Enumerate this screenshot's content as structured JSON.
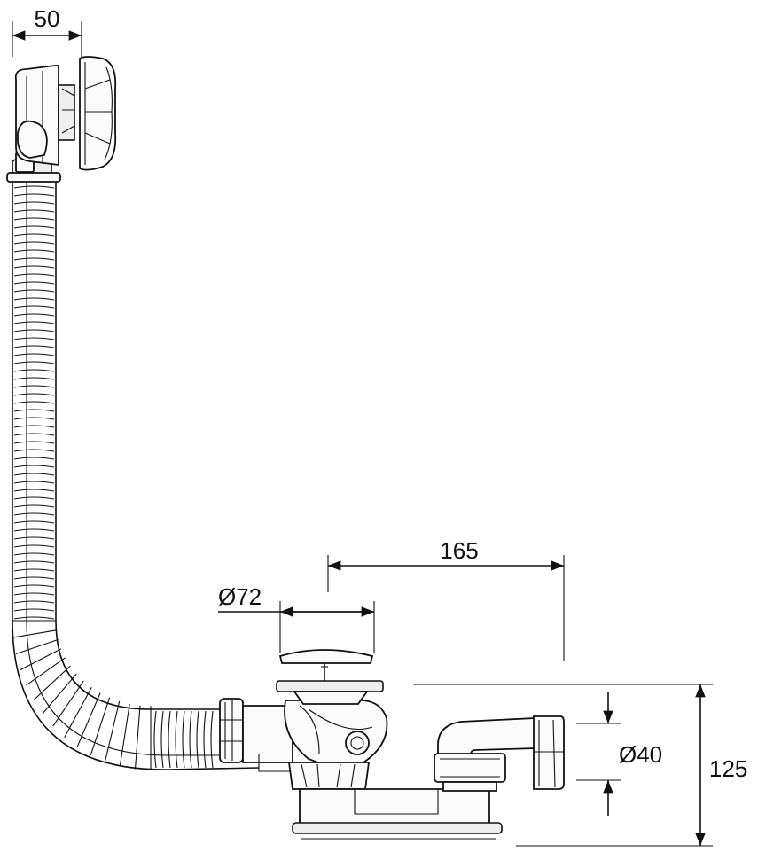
{
  "colors": {
    "line": "#111111",
    "background": "#ffffff",
    "part_fill": "#fbfbfb",
    "shade": "#eeeeee"
  },
  "dimensions": {
    "overflow_depth": "50",
    "outlet_distance": "165",
    "plug_diameter": "Ø72",
    "outlet_diameter": "Ø40",
    "total_height": "125"
  }
}
